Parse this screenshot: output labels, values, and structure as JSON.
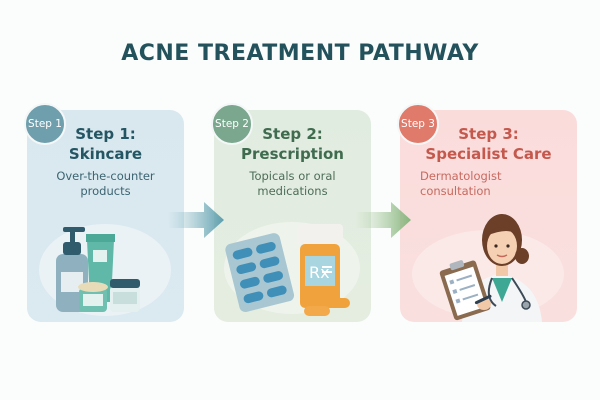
{
  "title": "ACNE TREATMENT PATHWAY",
  "colors": {
    "title": "#24525c",
    "step1_accent": "#6f9fad",
    "step2_accent": "#7aa78d",
    "step3_accent": "#e07a6b",
    "step1_bg": "#d9e8ef",
    "step2_bg": "#e1ece0",
    "step3_bg": "#fadcdb"
  },
  "steps": [
    {
      "badge": "Step 1",
      "title_line1": "Step 1:",
      "title_line2": "Skincare",
      "subtitle_line1": "Over-the-counter",
      "subtitle_line2": "products",
      "illustration": "skincare-products-icon"
    },
    {
      "badge": "Step 2",
      "title_line1": "Step 2:",
      "title_line2": "Prescription",
      "subtitle_line1": "Topicals or oral",
      "subtitle_line2": "medications",
      "illustration": "medication-bottle-and-pills-icon",
      "rx_label": "Rx"
    },
    {
      "badge": "Step 3",
      "title_line1": "Step 3:",
      "title_line2": "Specialist Care",
      "subtitle_line1": "Dermatologist",
      "subtitle_line2": "consultation",
      "illustration": "dermatologist-doctor-icon"
    }
  ],
  "arrows": [
    "arrow-right-icon",
    "arrow-right-icon"
  ]
}
